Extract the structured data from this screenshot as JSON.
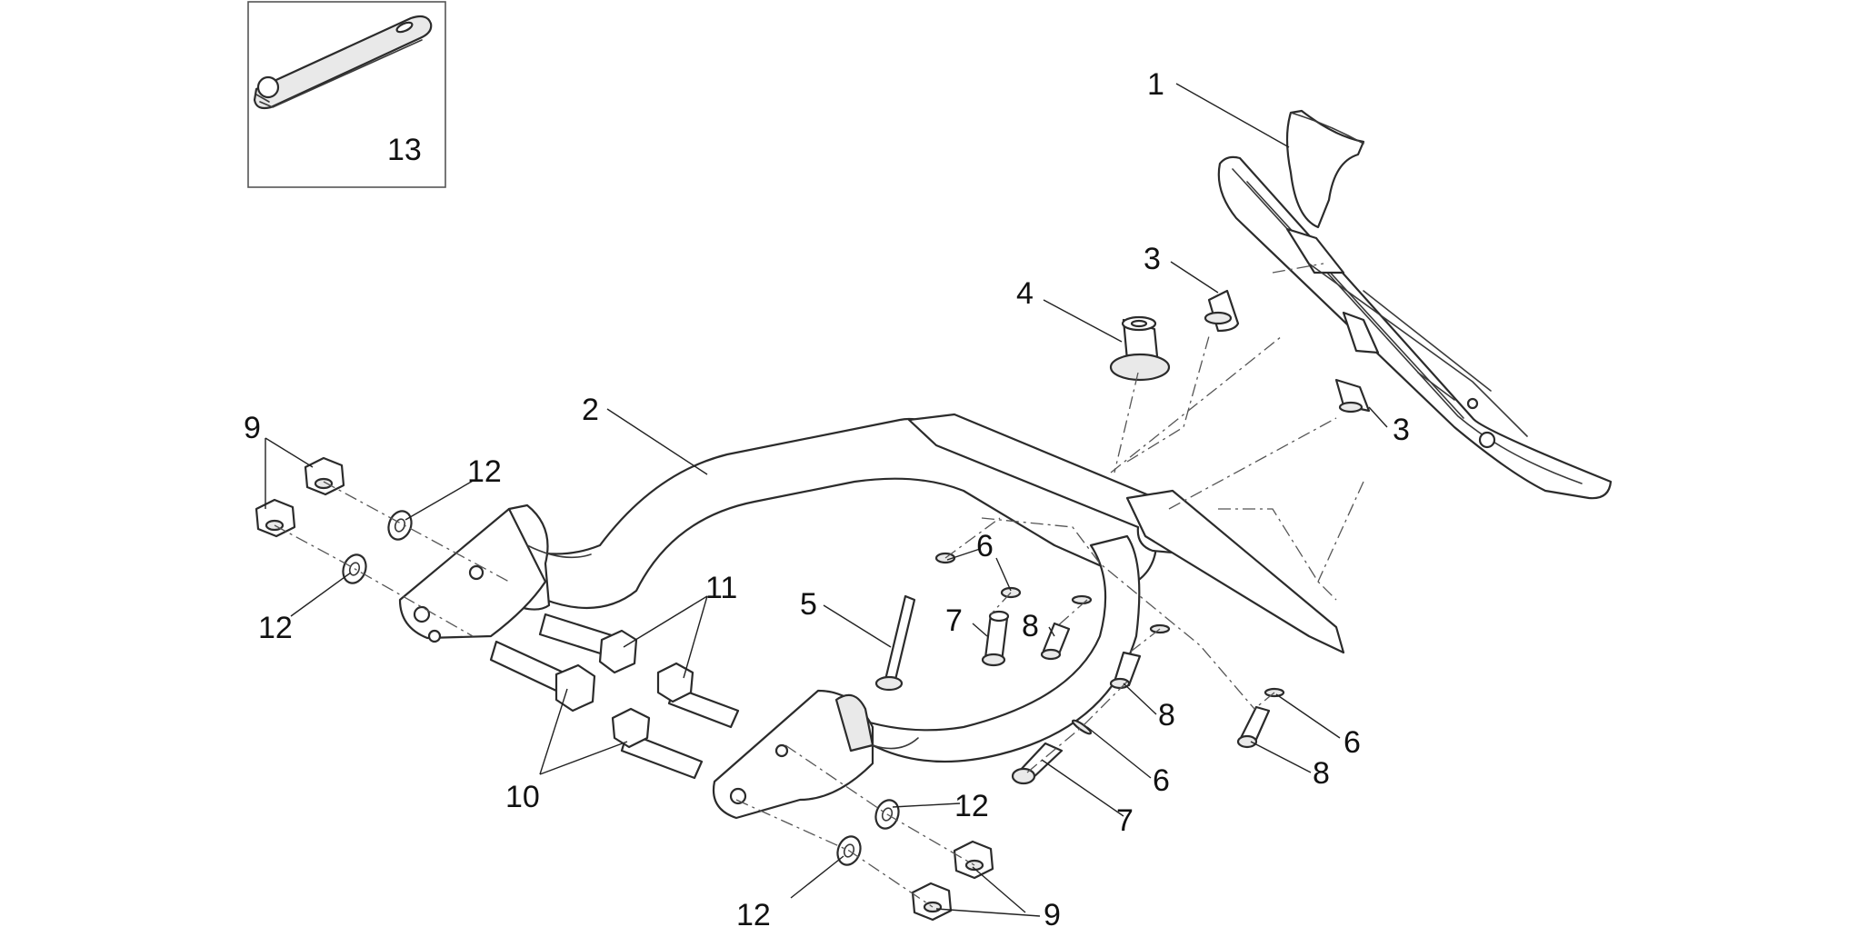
{
  "diagram": {
    "callouts": {
      "c1": "1",
      "c2": "2",
      "c3a": "3",
      "c3b": "3",
      "c4": "4",
      "c5": "5",
      "c6a": "6",
      "c6b": "6",
      "c6c": "6",
      "c7a": "7",
      "c7b": "7",
      "c8a": "8",
      "c8b": "8",
      "c8c": "8",
      "c9a": "9",
      "c9b": "9",
      "c10": "10",
      "c11": "11",
      "c12a": "12",
      "c12b": "12",
      "c12c": "12",
      "c12d": "12",
      "c13": "13"
    }
  }
}
